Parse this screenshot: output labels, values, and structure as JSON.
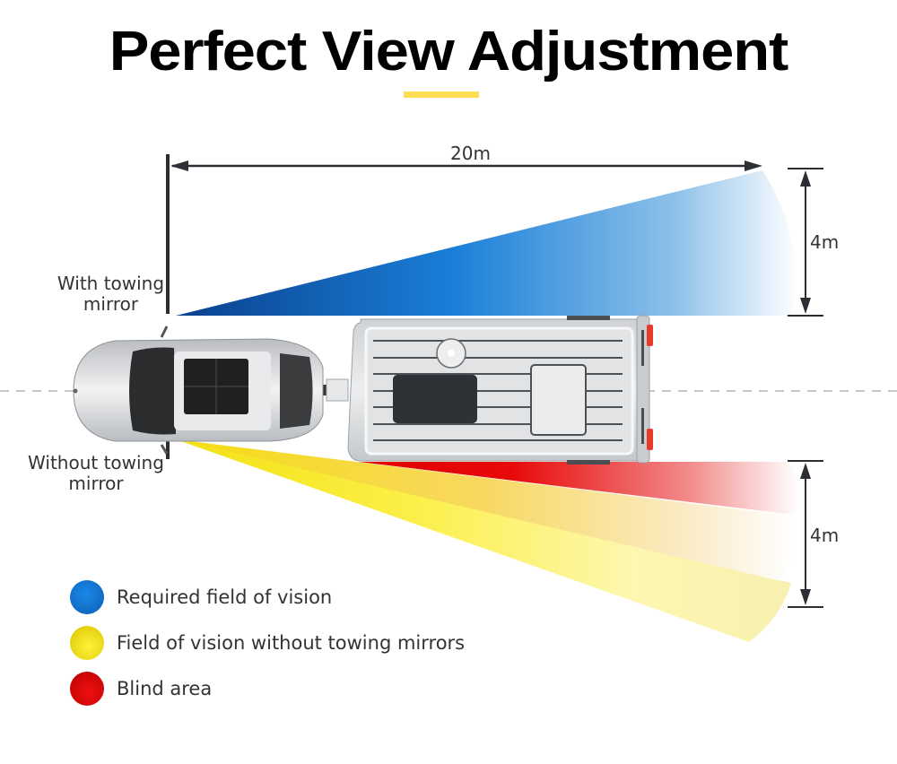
{
  "title": "Perfect View Adjustment",
  "colors": {
    "accent_underline": "#ffdd55",
    "required": "#0b5fb5",
    "without": "#f5e61a",
    "blind": "#e60000",
    "arrows": "#2b2f33"
  },
  "labels": {
    "with_mirror_line1": "With towing",
    "with_mirror_line2": "mirror",
    "without_mirror_line1": "Without towing",
    "without_mirror_line2": "mirror"
  },
  "measurements": {
    "length": "20m",
    "width_top": "4m",
    "width_bottom": "4m"
  },
  "legend": [
    {
      "label": "Required field of vision",
      "color": "#0b6fd0",
      "icon": "blue-dot-icon"
    },
    {
      "label": "Field of vision without towing mirrors",
      "color": "#f2e000",
      "icon": "yellow-dot-icon"
    },
    {
      "label": "Blind area",
      "color": "#e00000",
      "icon": "red-dot-icon"
    }
  ]
}
